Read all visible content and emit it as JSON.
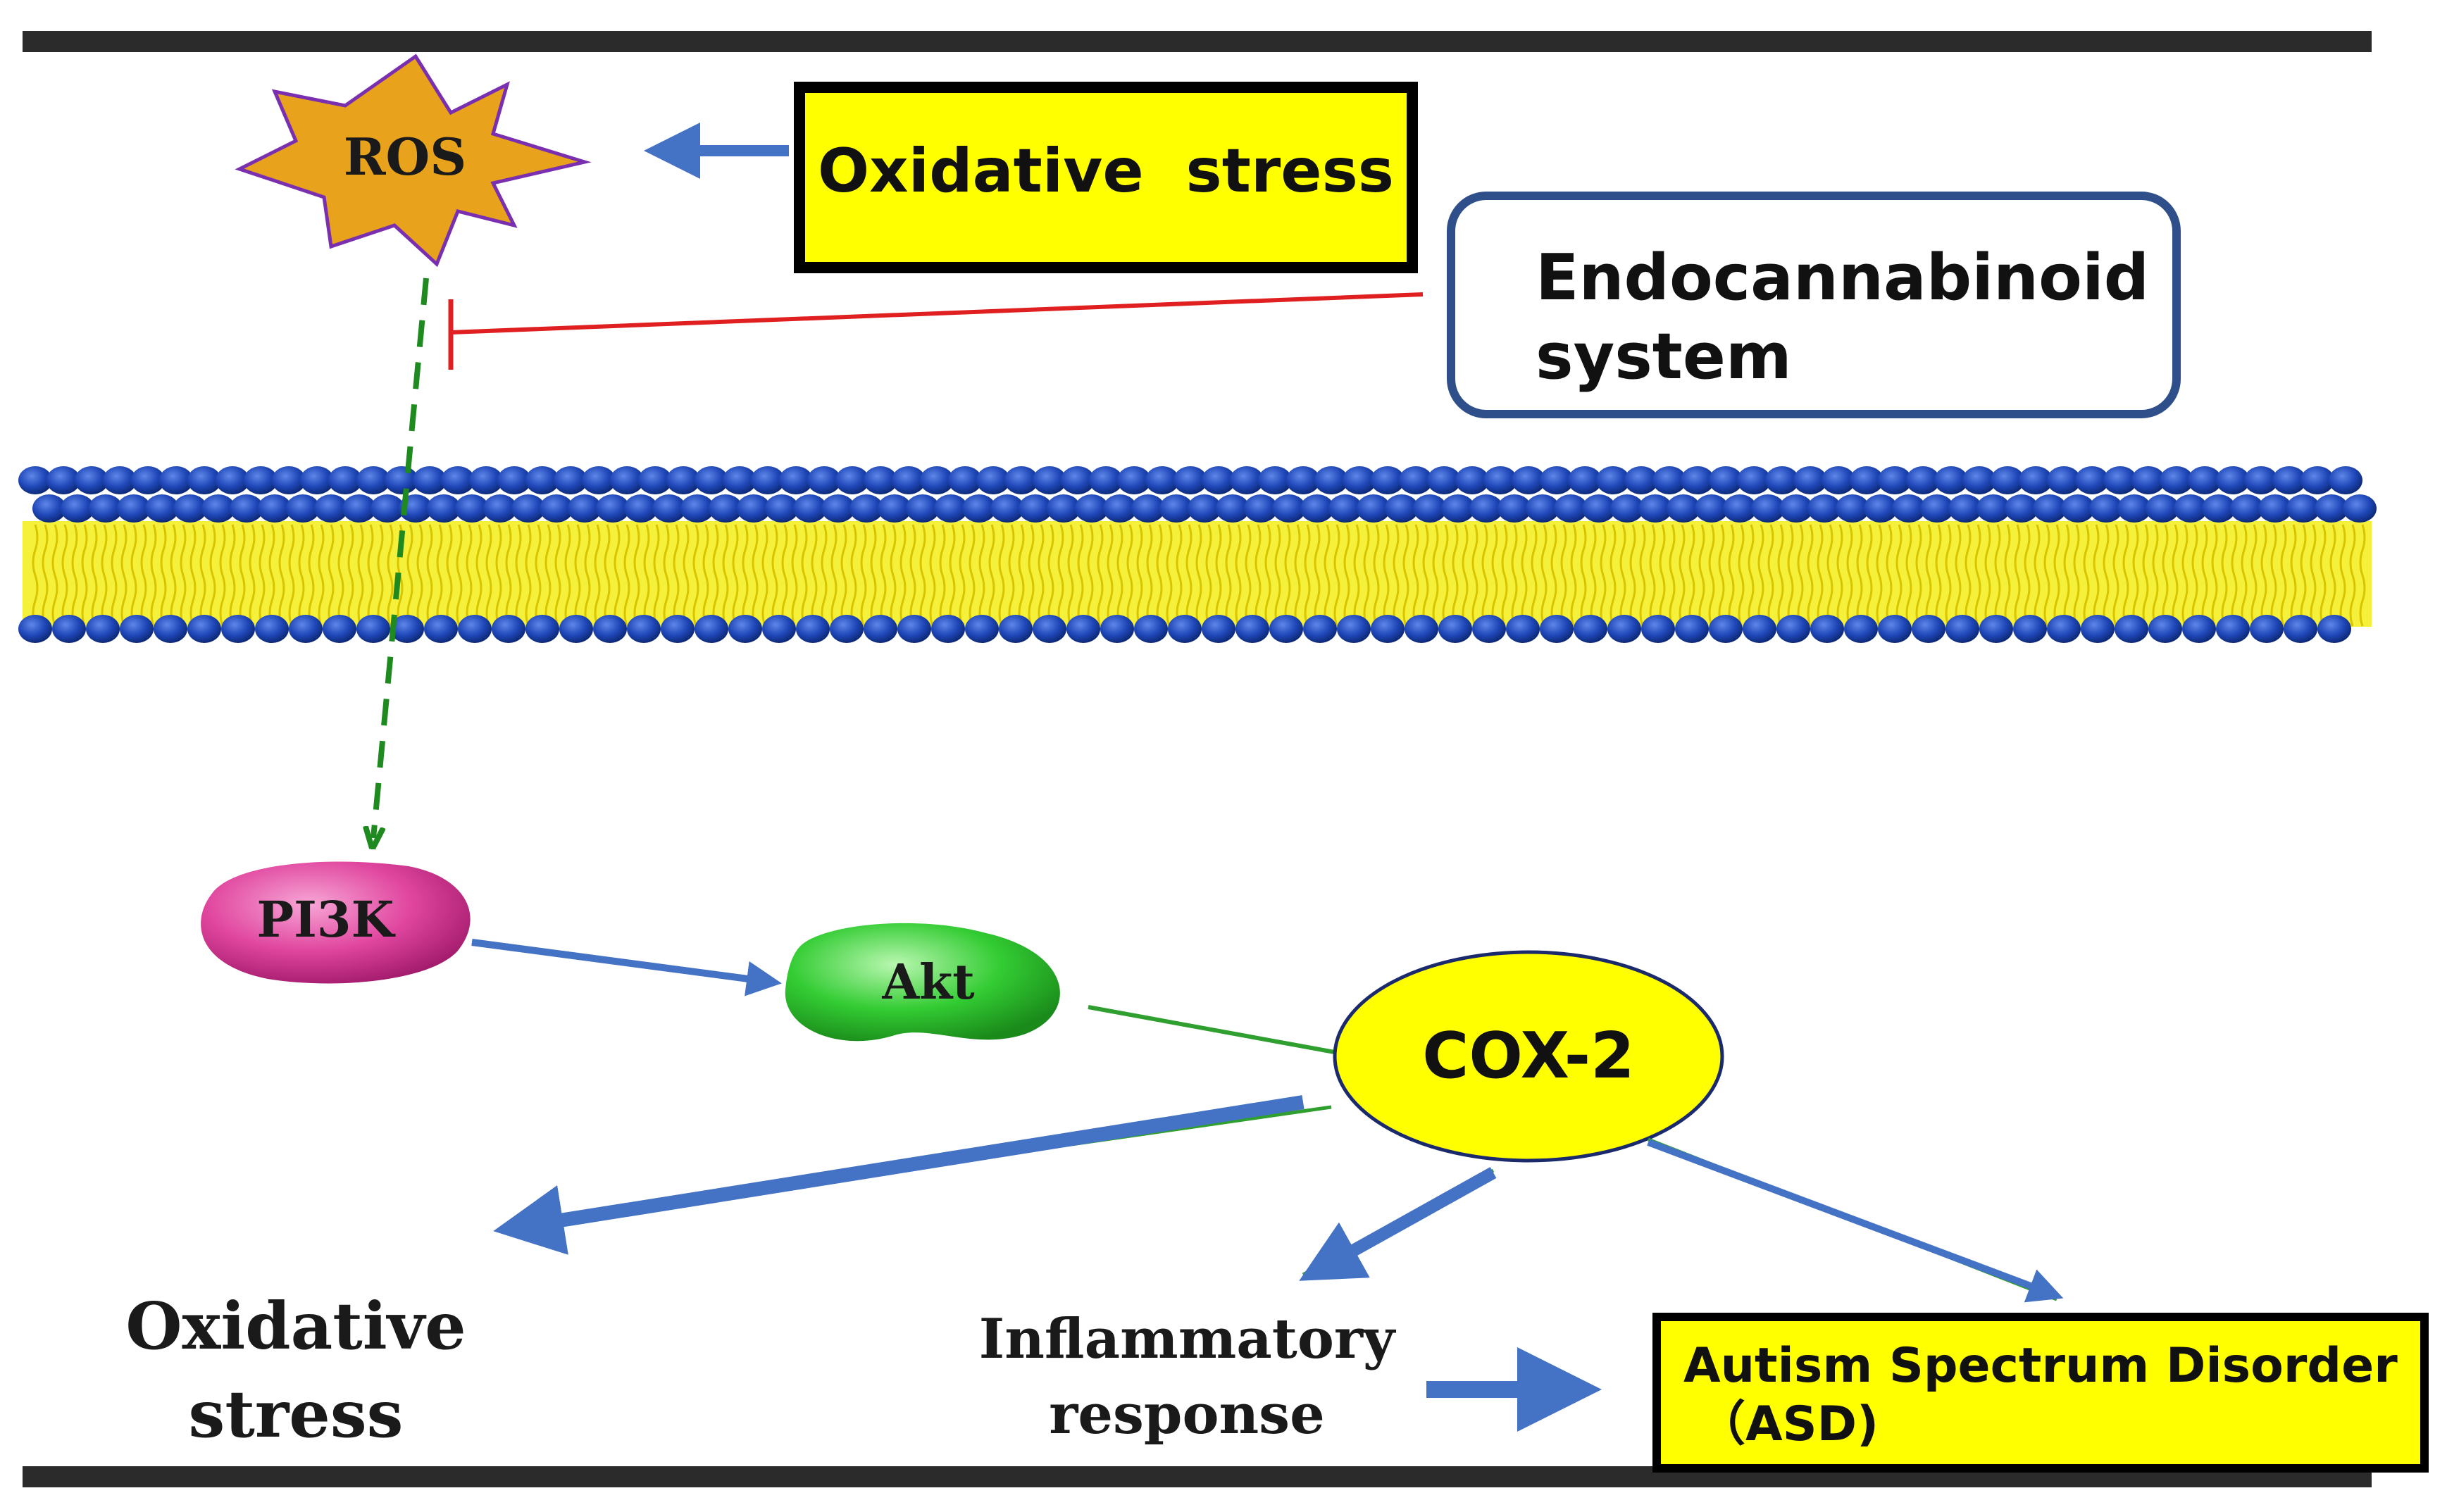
{
  "nodes": {
    "ros": "ROS",
    "oxidative_stress_top": "Oxidative  stress",
    "endocannabinoid_line1": "Endocannabinoid",
    "endocannabinoid_line2": "system",
    "pi3k": "PI3K",
    "akt": "Akt",
    "cox2": "COX-2",
    "oxidative_stress_bottom_line1": "Oxidative",
    "oxidative_stress_bottom_line2": "stress",
    "inflammatory_line1": "Inflammatory",
    "inflammatory_line2": "response",
    "asd_line1": "Autism Spectrum Disorder",
    "asd_line2": "（ASD)"
  },
  "colors": {
    "frame_bar": "#2b2b2b",
    "ros_fill": "#e8a21c",
    "ros_stroke": "#7a2fb0",
    "yellow_box": "#ffff00",
    "endo_border": "#2e4f8a",
    "inhibition": "#e02020",
    "dashed_arrow": "#1f8a1f",
    "blue_arrow": "#4472c4",
    "green_line": "#2fa02f",
    "membrane_head": "#1f47b8",
    "membrane_tail": "#f5f03a",
    "pi3k": "#e0459e",
    "akt": "#33cc33",
    "cox2": "#ffff00"
  }
}
